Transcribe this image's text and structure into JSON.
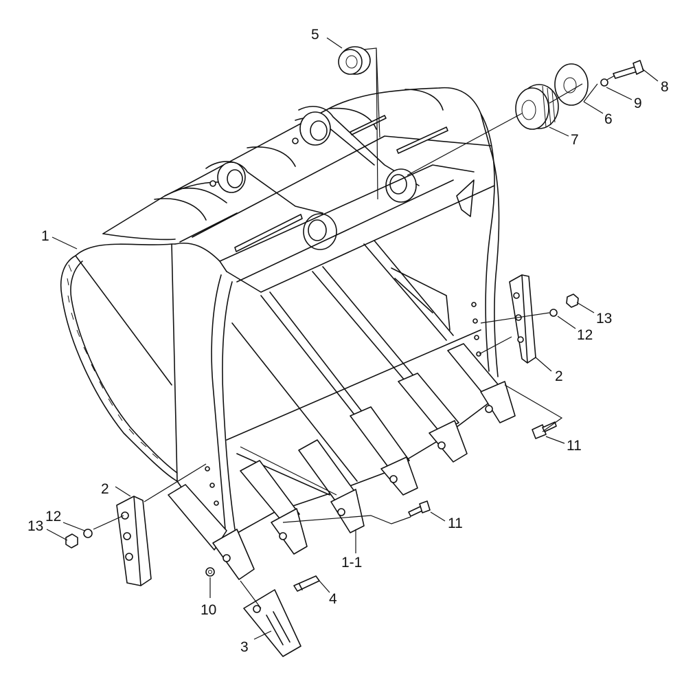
{
  "diagram": {
    "callouts": {
      "c1": "1",
      "c1_1": "1-1",
      "c2_left": "2",
      "c2_right": "2",
      "c3": "3",
      "c4": "4",
      "c5": "5",
      "c6": "6",
      "c7": "7",
      "c8": "8",
      "c9": "9",
      "c10": "10",
      "c11_bottom": "11",
      "c11_right": "11",
      "c12_left": "12",
      "c12_right": "12",
      "c13_left": "13",
      "c13_right": "13"
    }
  }
}
